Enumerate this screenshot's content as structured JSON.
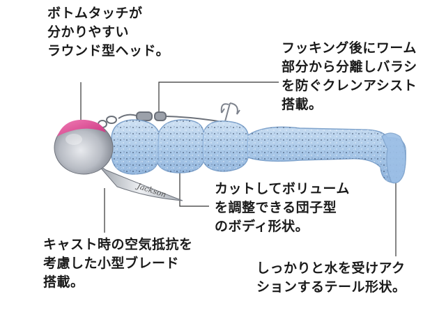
{
  "callouts": {
    "head": {
      "lines": [
        "ボトムタッチが",
        "分かりやすい",
        "ラウンド型ヘッド。"
      ]
    },
    "hook": {
      "lines": [
        "フッキング後にワーム",
        "部分から分離しバラシ",
        "を防ぐクレンアシスト",
        "搭載。"
      ]
    },
    "body": {
      "lines": [
        "カットしてボリューム",
        "を調整できる団子型",
        "のボディ形状。"
      ]
    },
    "blade": {
      "lines": [
        "キャスト時の空気抵抗を",
        "考慮した小型ブレード",
        "搭載。"
      ]
    },
    "tail": {
      "lines": [
        "しっかりと水を受けアク",
        "ションするテール形状。"
      ]
    }
  },
  "blade_logo": "Jackson",
  "colors": {
    "head_pink": "#e0509a",
    "head_silver": "#b8bcc4",
    "worm_blue": "#a9c8e8",
    "worm_edge": "#7fa3cc",
    "leader_line": "#333333"
  }
}
